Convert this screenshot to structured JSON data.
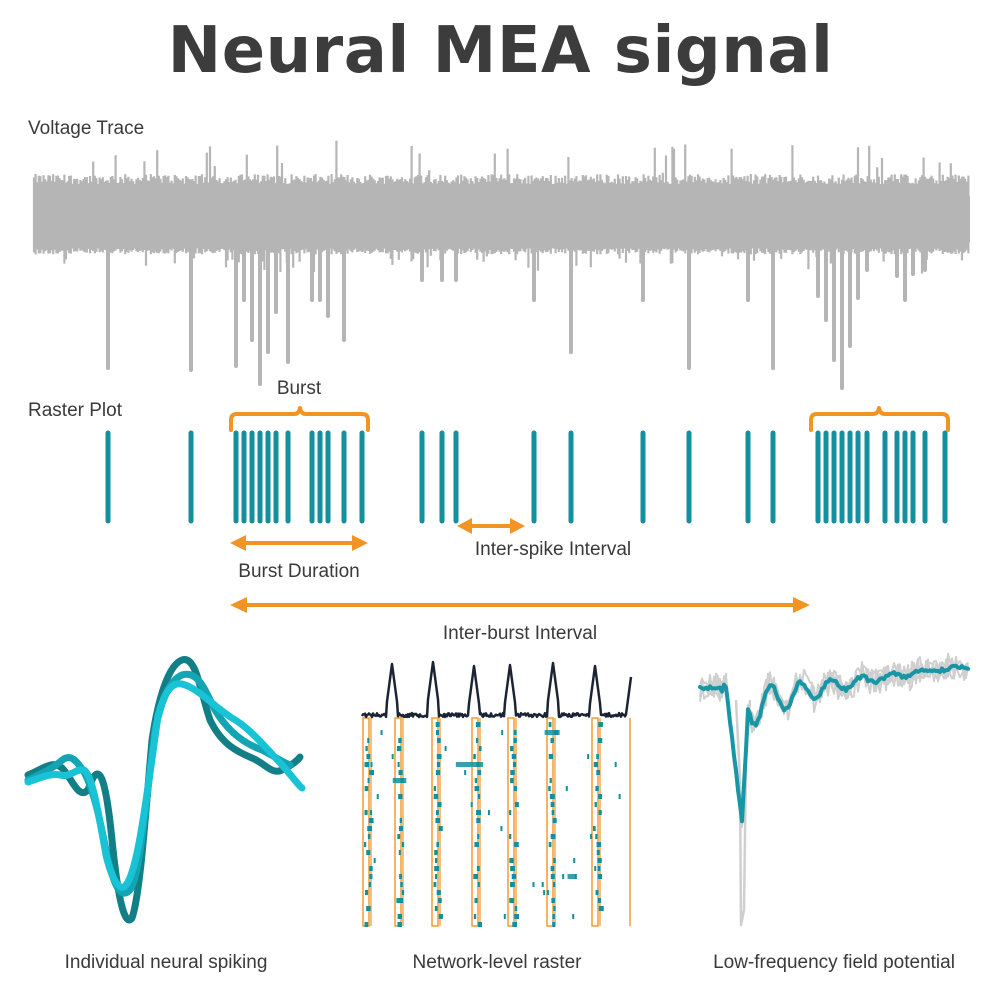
{
  "title": "Neural MEA signal",
  "sections": {
    "voltage_trace_label": "Voltage Trace",
    "raster_plot_label": "Raster Plot"
  },
  "annotations": {
    "burst": "Burst",
    "burst_duration": "Burst Duration",
    "inter_spike_interval": "Inter-spike Interval",
    "inter_burst_interval": "Inter-burst Interval"
  },
  "panels": {
    "spiking": "Individual neural spiking",
    "network": "Network-level raster",
    "lfp": "Low-frequency field potential"
  },
  "colors": {
    "trace": "#b5b5b5",
    "spike": "#138f9e",
    "accent": "#f29424",
    "dark": "#1c2434",
    "cyan": "#19c3d6",
    "teal_dark": "#127e86",
    "light_gray": "#cfcfcf"
  }
}
